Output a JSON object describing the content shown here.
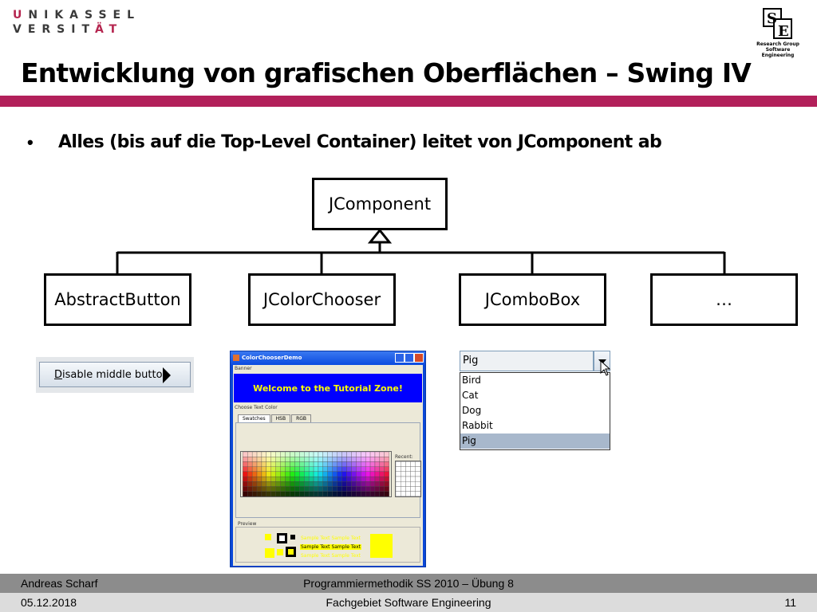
{
  "header": {
    "logo_line1": "UNIKASSEL",
    "logo_line2": "VERSITÄT",
    "se_logo_text": "Research Group Software Engineering",
    "title": "Entwicklung von grafischen Oberflächen – Swing IV"
  },
  "bullet": {
    "text": "Alles (bis auf die Top-Level Container) leitet von JComponent ab"
  },
  "uml": {
    "parent": "JComponent",
    "children": [
      "AbstractButton",
      "JColorChooser",
      "JComboBox",
      "…"
    ]
  },
  "button_demo": {
    "label_mnemonic": "D",
    "label_rest": "isable middle button"
  },
  "color_chooser": {
    "window_title": "ColorChooserDemo",
    "banner_label": "Banner",
    "banner_text": "Welcome to the Tutorial Zone!",
    "choose_label": "Choose Text Color",
    "tabs": [
      "Swatches",
      "HSB",
      "RGB"
    ],
    "recent_label": "Recent:",
    "preview_label": "Preview",
    "sample_text": "Sample Text Sample Text"
  },
  "combo_box": {
    "selected": "Pig",
    "items": [
      "Bird",
      "Cat",
      "Dog",
      "Rabbit",
      "Pig"
    ]
  },
  "footer": {
    "author": "Andreas Scharf",
    "course": "Programmiermethodik SS 2010 – Übung 8",
    "date": "05.12.2018",
    "department": "Fachgebiet Software Engineering",
    "page": "11"
  },
  "colors": {
    "accent": "#b2205a",
    "banner_bg": "#0000ff",
    "banner_fg": "#ffff00",
    "footer_dark": "#8c8c8c",
    "footer_light": "#dcdcdc"
  }
}
